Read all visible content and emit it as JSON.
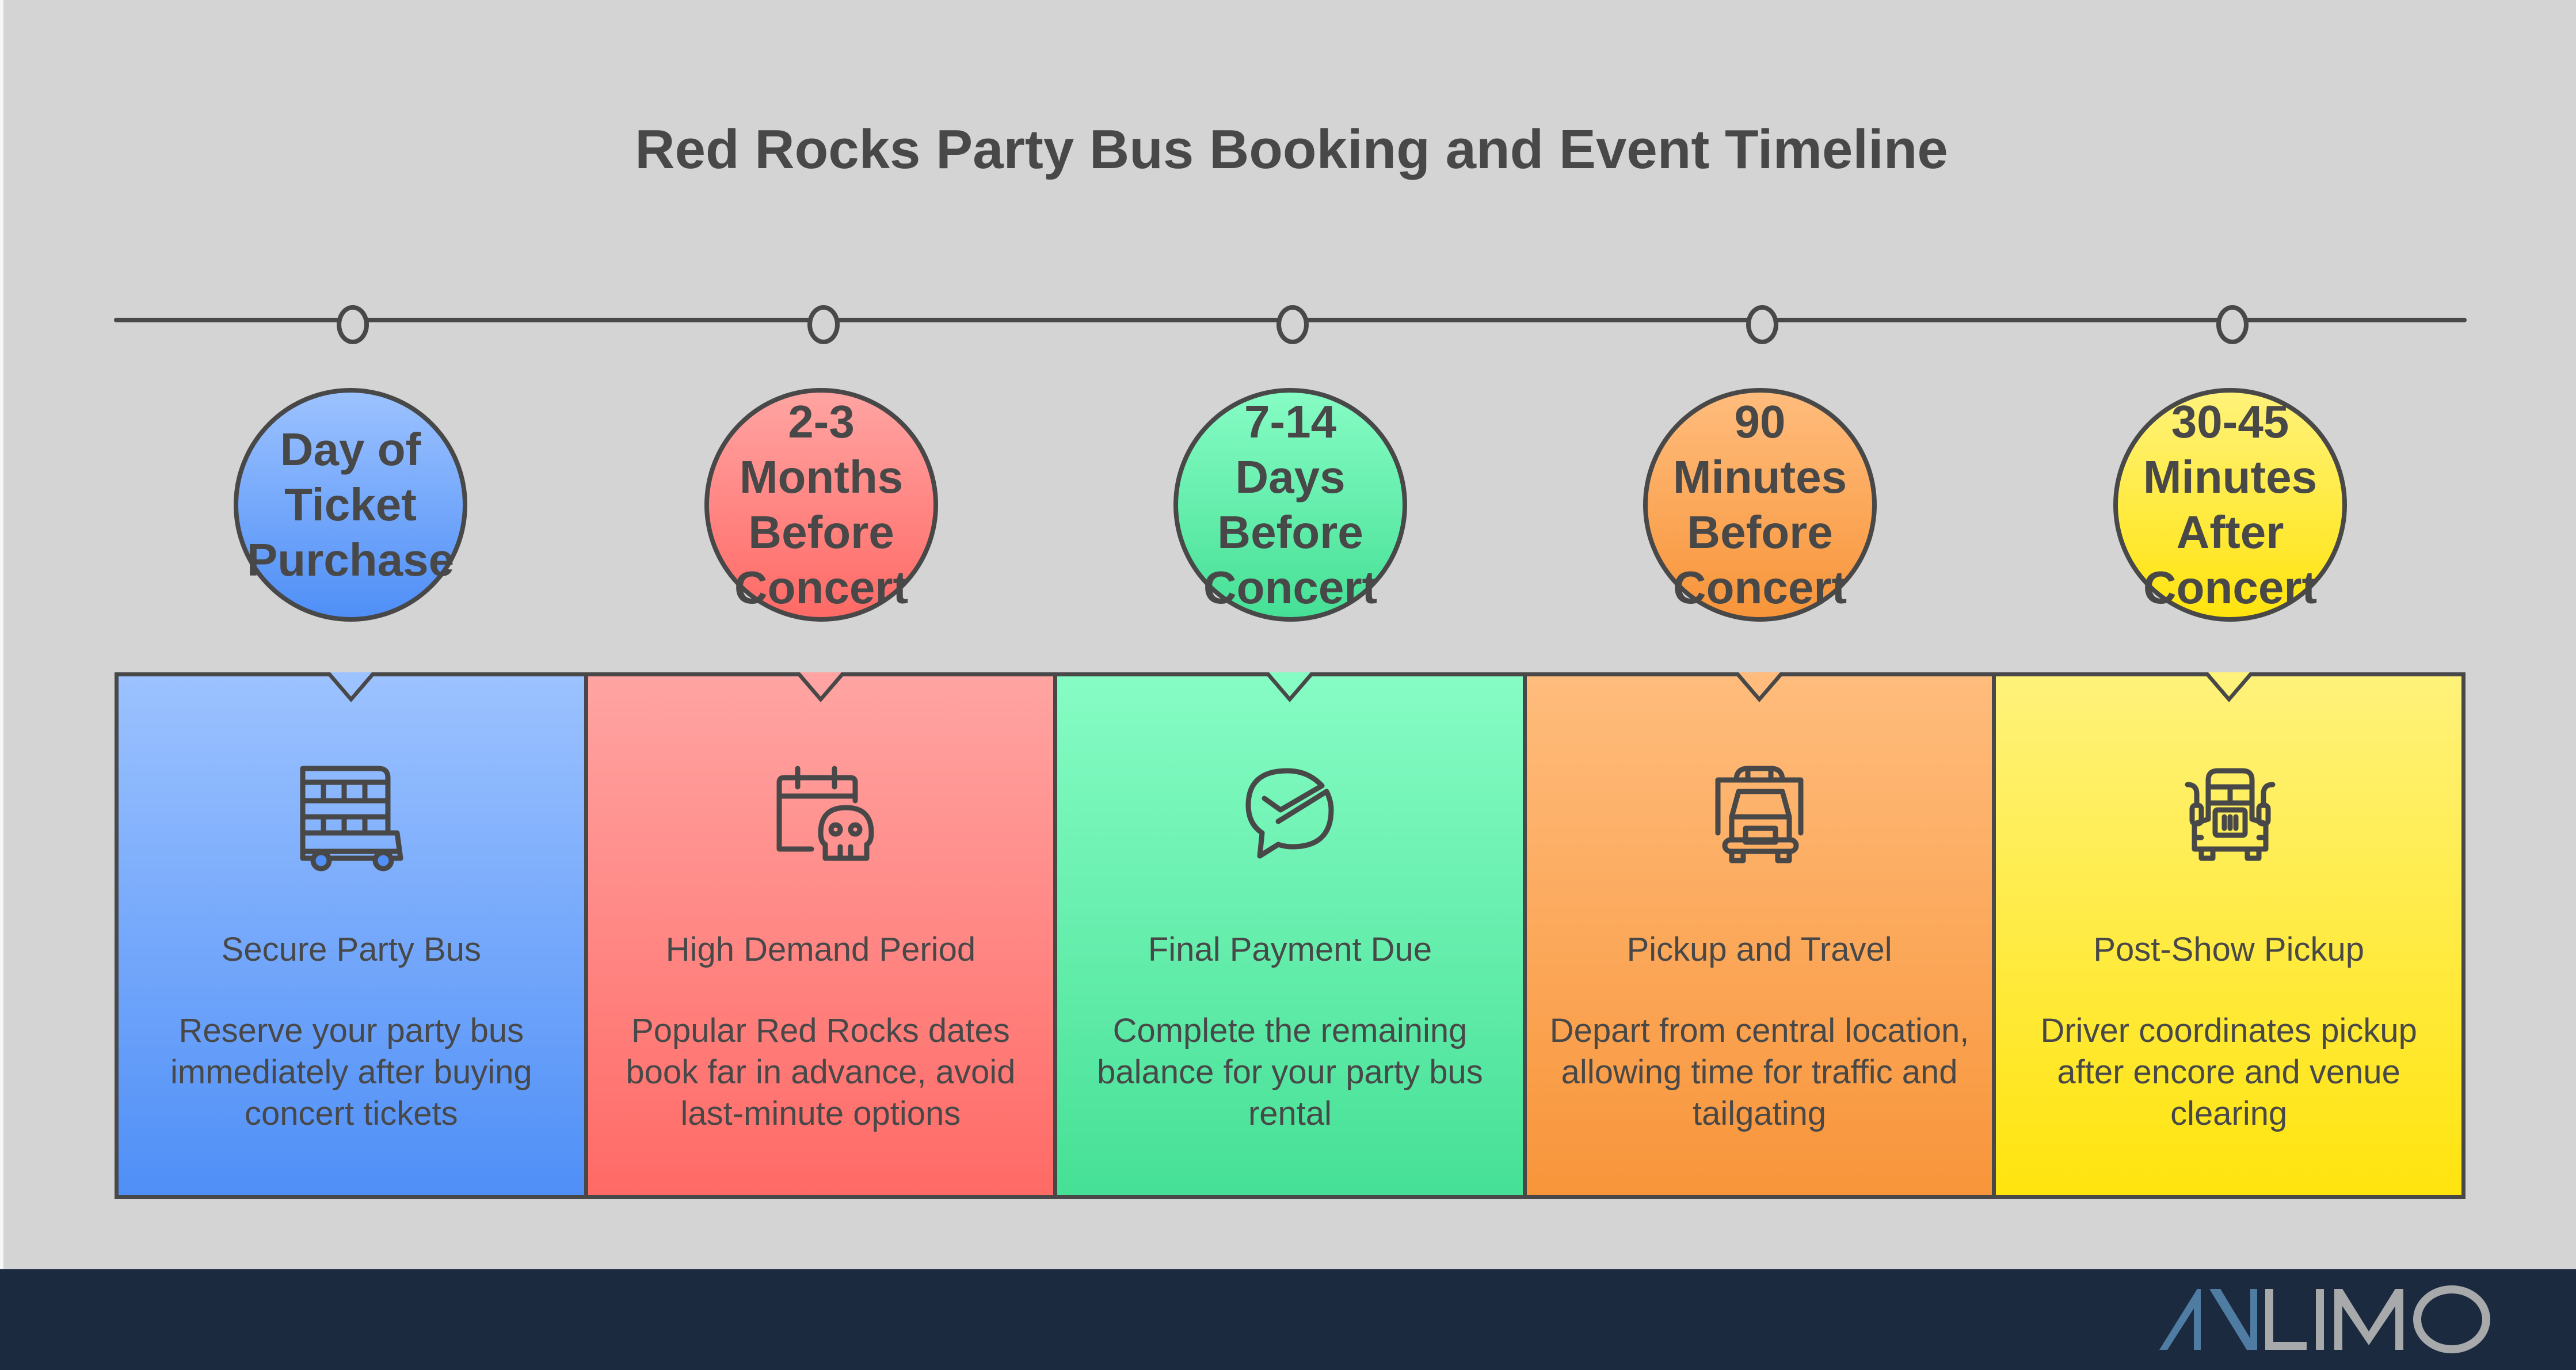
{
  "title": "Red Rocks Party Bus Booking and Event Timeline",
  "timeline": {
    "line_color": "#484848",
    "milestones": [
      {
        "label": "Day of\nTicket\nPurchase",
        "color_top": "#9cc2ff",
        "color_bottom": "#4f8ff7",
        "card_title": "Secure Party Bus",
        "card_desc": "Reserve your party bus immediately after buying concert tickets",
        "icon": "double-decker-bus-icon"
      },
      {
        "label": "2-3\nMonths\nBefore\nConcert",
        "color_top": "#ffa4a2",
        "color_bottom": "#ff6a66",
        "card_title": "High Demand Period",
        "card_desc": "Popular Red Rocks dates book far in advance, avoid last-minute options",
        "icon": "calendar-skull-icon"
      },
      {
        "label": "7-14\nDays\nBefore\nConcert",
        "color_top": "#86fcc4",
        "color_bottom": "#46e096",
        "card_title": "Final Payment Due",
        "card_desc": "Complete the remaining balance for your party bus rental",
        "icon": "chat-check-icon"
      },
      {
        "label": "90\nMinutes\nBefore\nConcert",
        "color_top": "#ffbc7c",
        "color_bottom": "#f8953a",
        "card_title": "Pickup and Travel",
        "card_desc": "Depart from central location, allowing time for traffic and tailgating",
        "icon": "bus-front-icon"
      },
      {
        "label": "30-45\nMinutes\nAfter\nConcert",
        "color_top": "#fff27a",
        "color_bottom": "#ffe40e",
        "card_title": "Post-Show Pickup",
        "card_desc": "Driver coordinates pickup after encore and venue clearing",
        "icon": "truck-front-icon"
      }
    ]
  },
  "footer": {
    "background": "#1b2a3f",
    "logo": {
      "text": "AVLIMO",
      "accent_color": "#4f7ca3",
      "text_color": "#a8a9ab"
    }
  }
}
